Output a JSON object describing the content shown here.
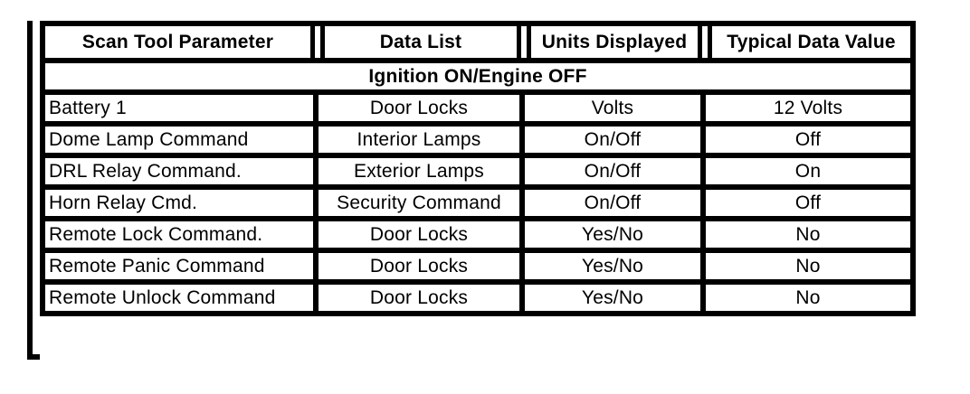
{
  "table": {
    "columns": {
      "parameter": "Scan Tool Parameter",
      "data_list": "Data List",
      "units": "Units Displayed",
      "typical_value": "Typical Data Value"
    },
    "section_header": "Ignition ON/Engine OFF",
    "rows": [
      {
        "parameter": "Battery 1",
        "data_list": "Door Locks",
        "units": "Volts",
        "typical_value": "12 Volts"
      },
      {
        "parameter": "Dome Lamp Command",
        "data_list": "Interior Lamps",
        "units": "On/Off",
        "typical_value": "Off"
      },
      {
        "parameter": "DRL Relay Command.",
        "data_list": "Exterior Lamps",
        "units": "On/Off",
        "typical_value": "On"
      },
      {
        "parameter": "Horn Relay Cmd.",
        "data_list": "Security Command",
        "units": "On/Off",
        "typical_value": "Off"
      },
      {
        "parameter": "Remote Lock Command.",
        "data_list": "Door Locks",
        "units": "Yes/No",
        "typical_value": "No"
      },
      {
        "parameter": "Remote Panic Command",
        "data_list": "Door Locks",
        "units": "Yes/No",
        "typical_value": "No"
      },
      {
        "parameter": "Remote Unlock Command",
        "data_list": "Door Locks",
        "units": "Yes/No",
        "typical_value": "No"
      }
    ],
    "colors": {
      "border": "#000000",
      "background": "#ffffff",
      "text": "#000000"
    }
  }
}
